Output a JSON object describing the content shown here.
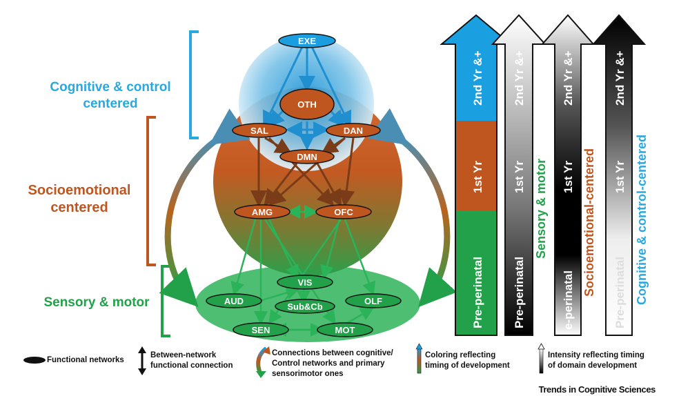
{
  "levels": {
    "cognitive": "Cognitive & control centered",
    "socioemotional": "Socioemotional centered",
    "sensory": "Sensory & motor"
  },
  "nodes": {
    "exe": "EXE",
    "oth": "OTH",
    "sal": "SAL",
    "dan": "DAN",
    "dmn": "DMN",
    "amg": "AMG",
    "ofc": "OFC",
    "vis": "VIS",
    "aud": "AUD",
    "subcb": "Sub&Cb",
    "olf": "OLF",
    "sen": "SEN",
    "mot": "MOT"
  },
  "timeline_arrows": [
    {
      "segments": [
        "2nd Yr &+",
        "1st Yr",
        "Pre-perinatal"
      ],
      "side_label": "",
      "colors": [
        "#29a8e0",
        "#c0561f",
        "#22a14a"
      ]
    },
    {
      "segments": [
        "2nd Yr &+",
        "1st Yr",
        "Pre-perinatal"
      ],
      "side_label": "Sensory & motor",
      "side_color": "#22a14a"
    },
    {
      "segments": [
        "2nd Yr &+",
        "1st Yr",
        "e-perinatal"
      ],
      "side_label": "Socioemotional-centered",
      "side_color": "#c0561f"
    },
    {
      "segments": [
        "2nd Yr &+",
        "1st Yr",
        "Pre-perinatal"
      ],
      "side_label": "Cognitive & control-centered",
      "side_color": "#29a8e0"
    }
  ],
  "legend": {
    "functional": "Functional networks",
    "between_1": "Between-network",
    "between_2": "functional connection",
    "connections_1": "Connections between cognitive/",
    "connections_2": "Control networks and primary",
    "connections_3": "sensorimotor ones",
    "coloring_1": "Coloring reflecting",
    "coloring_2": "timing of development",
    "intensity_1": "Intensity reflecting timing",
    "intensity_2": "of domain development"
  },
  "credit": "Trends in Cognitive Sciences",
  "colors": {
    "cognitive": "#29a8e0",
    "socioemotional": "#c0561f",
    "sensory": "#22a14a",
    "node_fill": "#c0561f",
    "node_stroke": "#111111"
  }
}
